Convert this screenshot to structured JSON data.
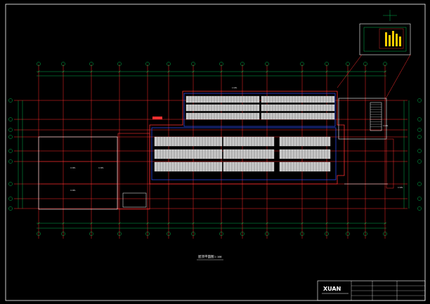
{
  "drawing": {
    "title": "屋顶平面图",
    "scale_note": "1:100",
    "colors": {
      "background": "#000000",
      "frame": "#ffffff",
      "grid_axis": "#ff2a2a",
      "dimension": "#00e060",
      "wall": "#ff3030",
      "inner_wall": "#3050ff",
      "panel": "#d8d8d8",
      "callout": "#ffff00",
      "tag_red": "#ff4040"
    },
    "title_block": {
      "logo_text": "XUAN",
      "rows": [
        "",
        "",
        "",
        ""
      ]
    }
  }
}
